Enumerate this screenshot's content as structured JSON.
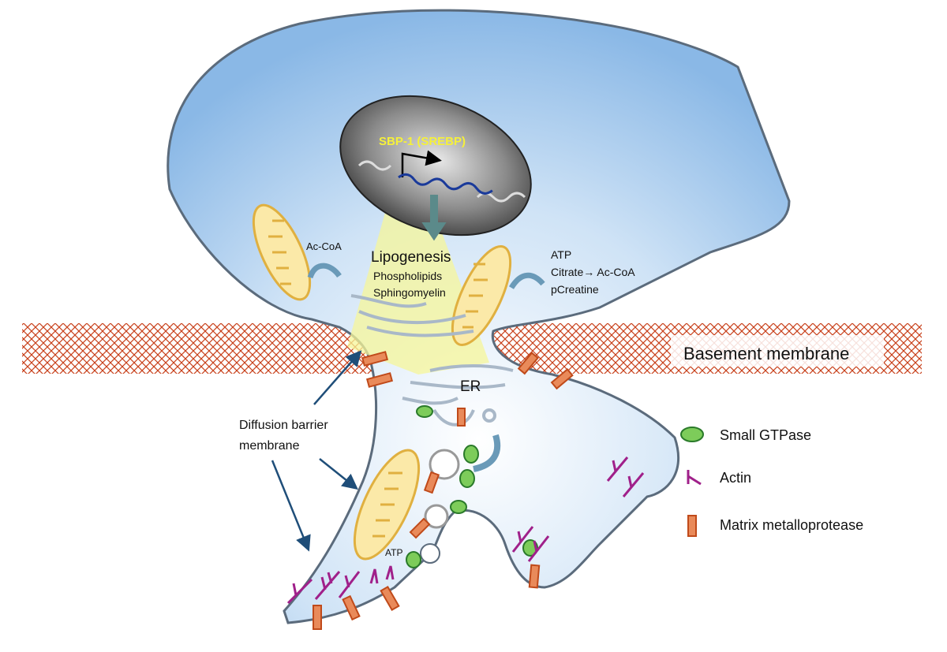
{
  "labels": {
    "gene": "SBP-1 (SREBP)",
    "ac_coa_left": "Ac-CoA",
    "lipogenesis": "Lipogenesis",
    "phospholipids": "Phospholipids",
    "sphingomyelin": "Sphingomyelin",
    "atp_right": "ATP",
    "citrate": "Citrate→ Ac-CoA",
    "pcreatine": "pCreatine",
    "basement_membrane": "Basement membrane",
    "er": "ER",
    "diffusion_barrier_1": "Diffusion barrier",
    "diffusion_barrier_2": "membrane",
    "atp_lower": "ATP"
  },
  "legend": [
    {
      "icon": "small-gtpase-icon",
      "label": "Small GTPase"
    },
    {
      "icon": "actin-icon",
      "label": "Actin"
    },
    {
      "icon": "matrix-metalloprotease-icon",
      "label": "Matrix metalloprotease"
    }
  ],
  "colors": {
    "gene_label": "#f5f03a",
    "membrane_hatch": "#c8401a",
    "gtpase": "#7dcc5a",
    "actin": "#a0208a",
    "mmp": "#e98a5a",
    "arrow": "#1f4e79"
  }
}
